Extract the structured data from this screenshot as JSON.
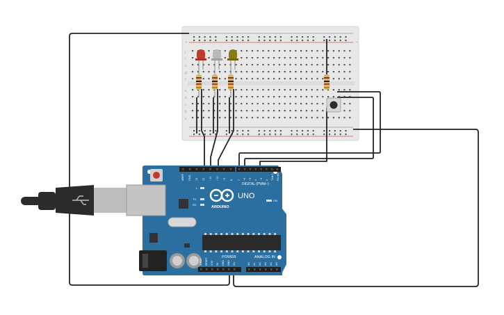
{
  "board": {
    "brand": "ARDUINO",
    "model": "UNO",
    "header_digital": "DIGITAL (PWM~)",
    "header_power": "POWER",
    "header_analog": "ANALOG IN",
    "led_l": "L",
    "led_tx": "TX",
    "led_rx": "RX",
    "led_on": "ON",
    "pins_digital_left": [
      "AREF",
      "GND",
      "13",
      "12",
      "~11",
      "~10",
      "~9",
      "8"
    ],
    "pins_digital_right": [
      "7",
      "~6",
      "~5",
      "4",
      "~3",
      "2",
      "TX►1",
      "RX◄0"
    ],
    "pins_power": [
      "IOREF",
      "RESET",
      "3.3V",
      "5V",
      "GND",
      "GND",
      "Vin"
    ],
    "pins_analog": [
      "A0",
      "A1",
      "A2",
      "A3",
      "A4",
      "A5"
    ]
  },
  "breadboard": {
    "row_letters_top": [
      "j",
      "i",
      "h",
      "g",
      "f"
    ],
    "row_letters_bottom": [
      "e",
      "d",
      "c",
      "b",
      "a"
    ],
    "column_count": 30
  },
  "components": {
    "leds": [
      {
        "name": "red-led",
        "color": "#c0392b"
      },
      {
        "name": "white-led",
        "color": "#b9b9b9"
      },
      {
        "name": "yellow-led",
        "color": "#8a7a14"
      }
    ],
    "resistor_count": 4,
    "pushbutton_count": 1
  },
  "colors": {
    "board_blue": "#2a6f9f",
    "board_blue_dark": "#1f5478",
    "breadboard": "#e8e8e8",
    "rail_red": "#d9534f",
    "wire": "#222222",
    "usb_plug": "#2b2b2b",
    "usb_metal": "#bdbdbd"
  }
}
